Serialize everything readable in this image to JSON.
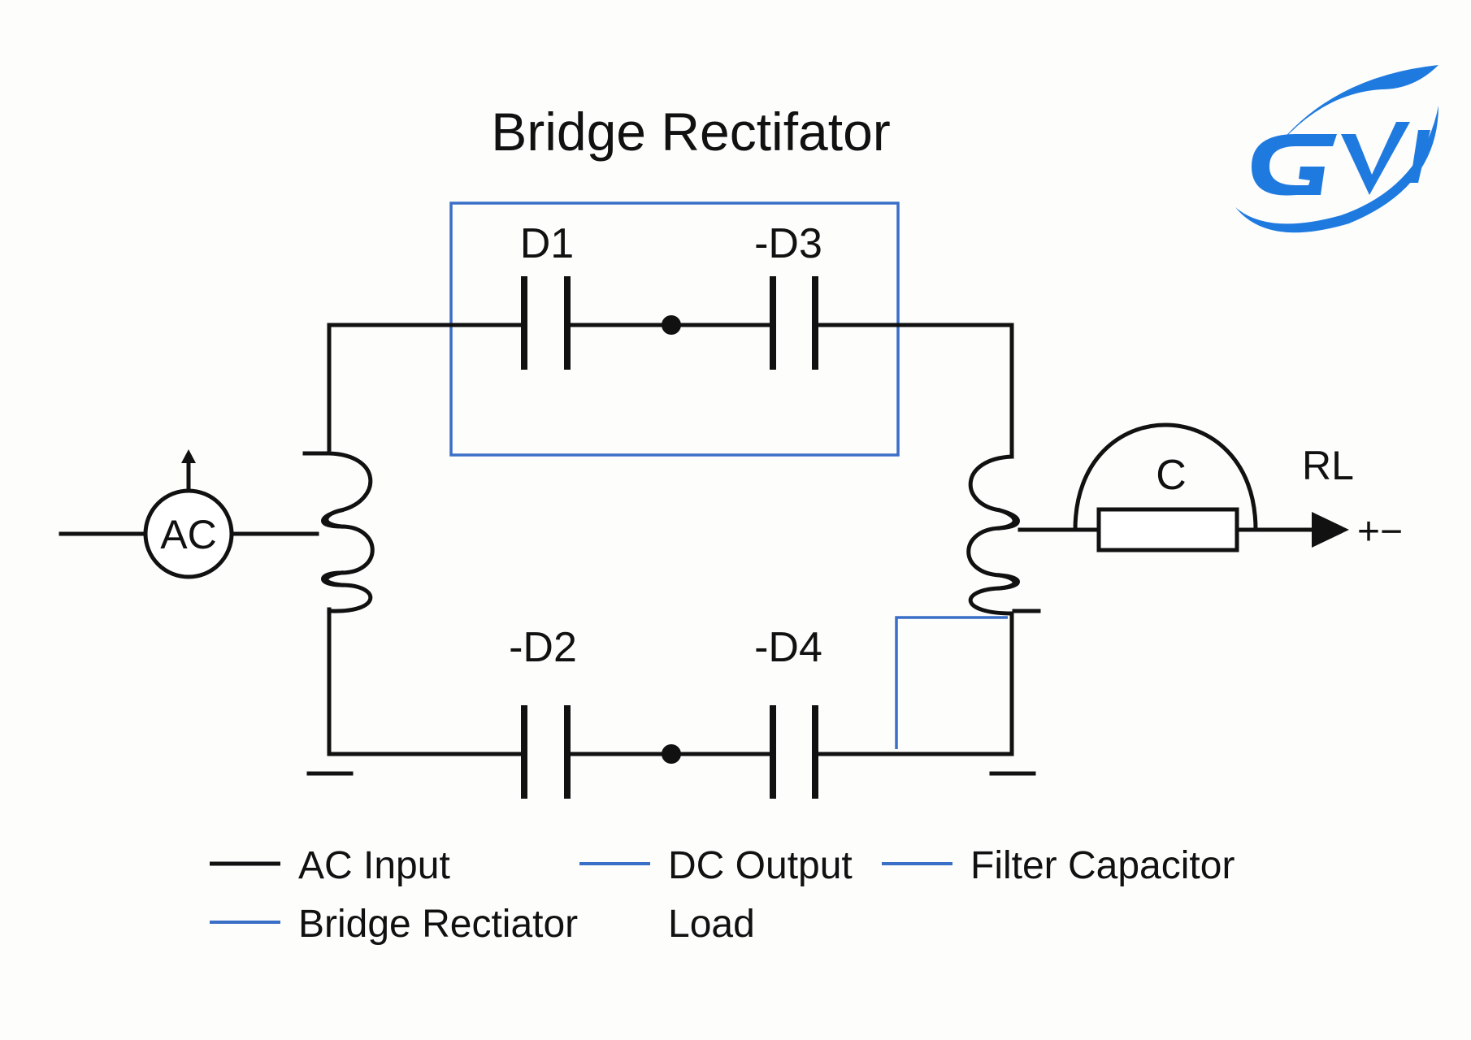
{
  "diagram": {
    "title": "Bridge Rectifator",
    "source_label": "AC",
    "diode_labels": {
      "d1": "D1",
      "d3": "-D3",
      "d2": "-D2",
      "d4": "-D4"
    },
    "capacitor_label": "C",
    "load_label": "RL",
    "output_polarity": "+−"
  },
  "legend": {
    "items": [
      {
        "label": "AC Input",
        "swatch": "black"
      },
      {
        "label": "DC Output",
        "swatch": "blue"
      },
      {
        "label": "Filter Capacitor",
        "swatch": "blue"
      },
      {
        "label": "Bridge Rectiator",
        "swatch": "blue"
      },
      {
        "label": "Load",
        "swatch": "none"
      }
    ]
  },
  "logo": {
    "text": "GV",
    "color": "#1f7ae0"
  },
  "colors": {
    "wire": "#111111",
    "highlight": "#3a6fc8",
    "background": "#fdfdfb"
  }
}
